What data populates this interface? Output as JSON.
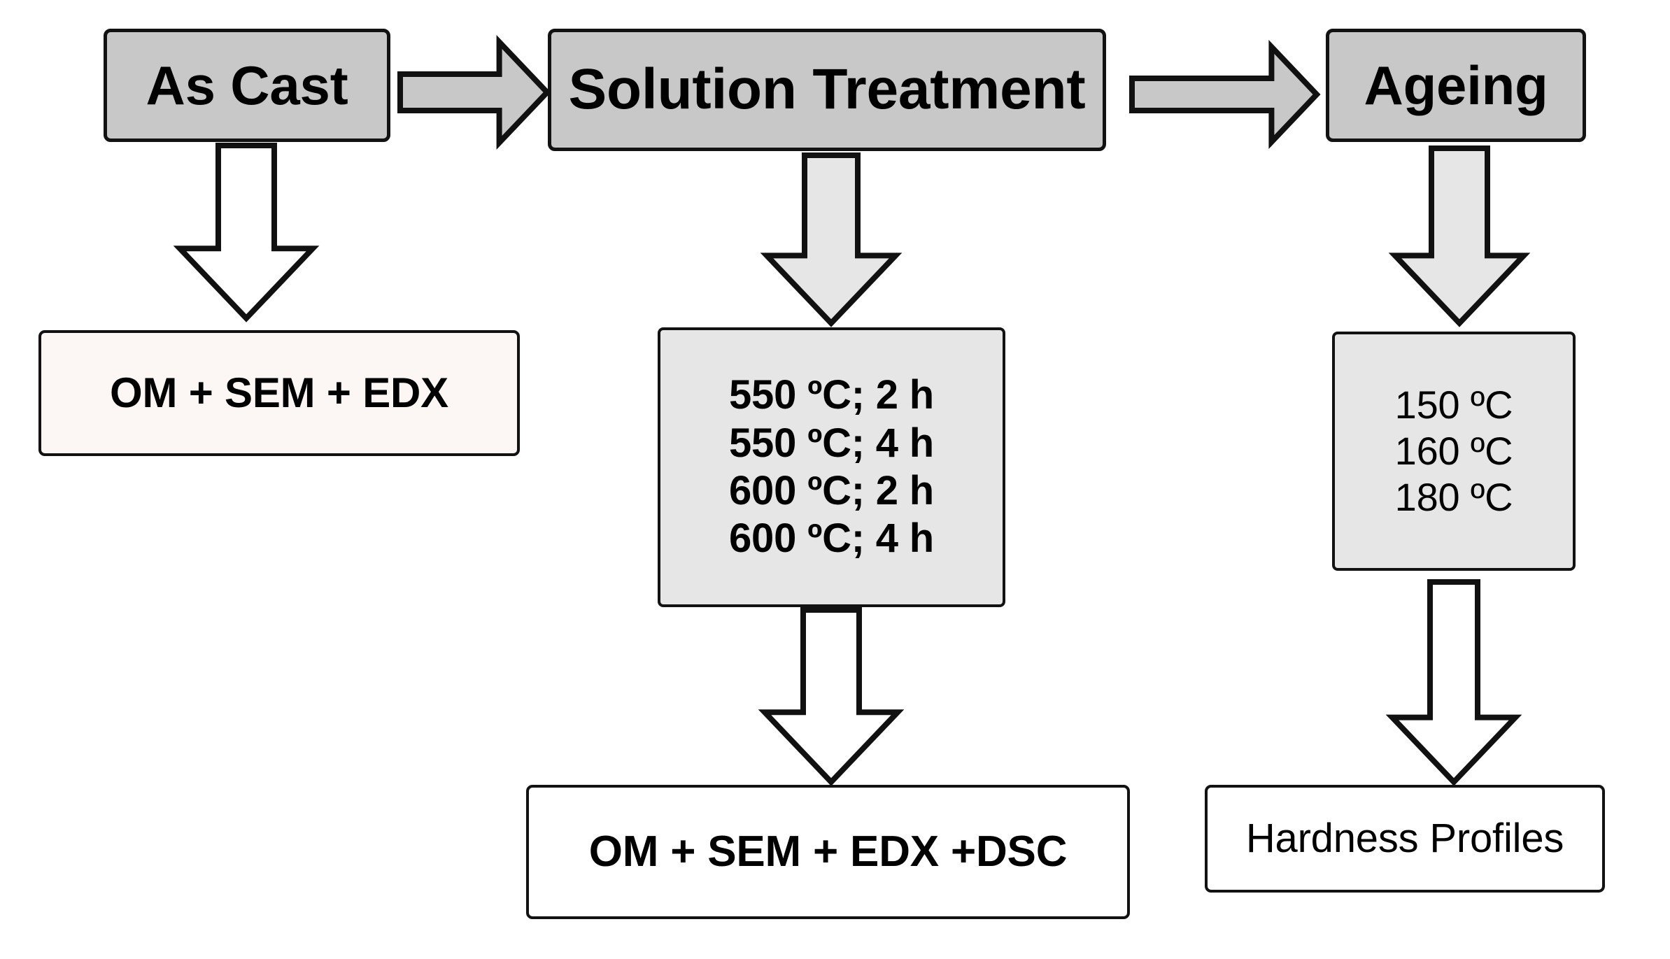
{
  "diagram": {
    "title": "Experimental heat treatment flowchart",
    "colors": {
      "stage_fill": "#c8c8c8",
      "param_fill": "#e6e6e6",
      "result_fill": "#ffffff",
      "ascast_result_fill": "#fcf7f5",
      "outline": "#111111",
      "background": "#ffffff"
    }
  },
  "stages": {
    "as_cast": {
      "label": "As Cast"
    },
    "solution_treatment": {
      "label": "Solution Treatment"
    },
    "ageing": {
      "label": "Ageing"
    }
  },
  "parameters": {
    "solution_treatment": {
      "lines": [
        "550 ºC; 2 h",
        "550 ºC; 4 h",
        "600 ºC; 2 h",
        "600 ºC; 4 h"
      ]
    },
    "ageing": {
      "lines": [
        "150 ºC",
        "160 ºC",
        "180 ºC"
      ]
    }
  },
  "results": {
    "as_cast": {
      "label": "OM + SEM + EDX"
    },
    "solution_treatment": {
      "label": "OM + SEM + EDX +DSC"
    },
    "ageing": {
      "label": "Hardness Profiles"
    }
  },
  "arrows": {
    "as_cast_to_solution": {
      "name": "right-arrow-icon",
      "direction": "right",
      "fill": "#c8c8c8"
    },
    "solution_to_ageing": {
      "name": "right-arrow-icon",
      "direction": "right",
      "fill": "#c8c8c8"
    },
    "as_cast_down": {
      "name": "down-arrow-icon",
      "direction": "down",
      "fill": "#ffffff"
    },
    "solution_down": {
      "name": "down-arrow-icon",
      "direction": "down",
      "fill": "#e6e6e6"
    },
    "ageing_down": {
      "name": "down-arrow-icon",
      "direction": "down",
      "fill": "#e6e6e6"
    },
    "solution_params_down": {
      "name": "down-arrow-icon",
      "direction": "down",
      "fill": "#ffffff"
    },
    "ageing_params_down": {
      "name": "down-arrow-icon",
      "direction": "down",
      "fill": "#ffffff"
    }
  }
}
